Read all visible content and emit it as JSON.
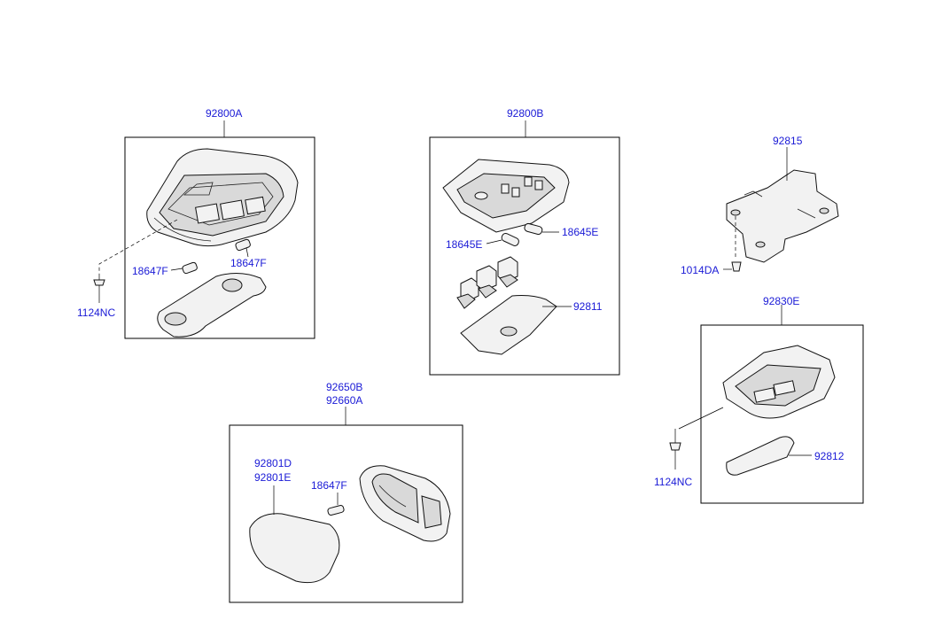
{
  "labels": {
    "g1_assembly": "92800A",
    "g1_bulb_a": "18647F",
    "g1_bulb_b": "18647F",
    "g1_screw": "1124NC",
    "g2_assembly": "92800B",
    "g2_bulb_a": "18645E",
    "g2_bulb_b": "18645E",
    "g2_lens": "92811",
    "g3_bracket": "92815",
    "g3_bolt": "1014DA",
    "g4_assembly_a": "92650B",
    "g4_assembly_b": "92660A",
    "g4_lens_a": "92801D",
    "g4_lens_b": "92801E",
    "g4_bulb": "18647F",
    "g5_assembly": "92830E",
    "g5_screw": "1124NC",
    "g5_lens": "92812"
  },
  "colors": {
    "label": "#1a1ad6",
    "line": "#000000"
  }
}
